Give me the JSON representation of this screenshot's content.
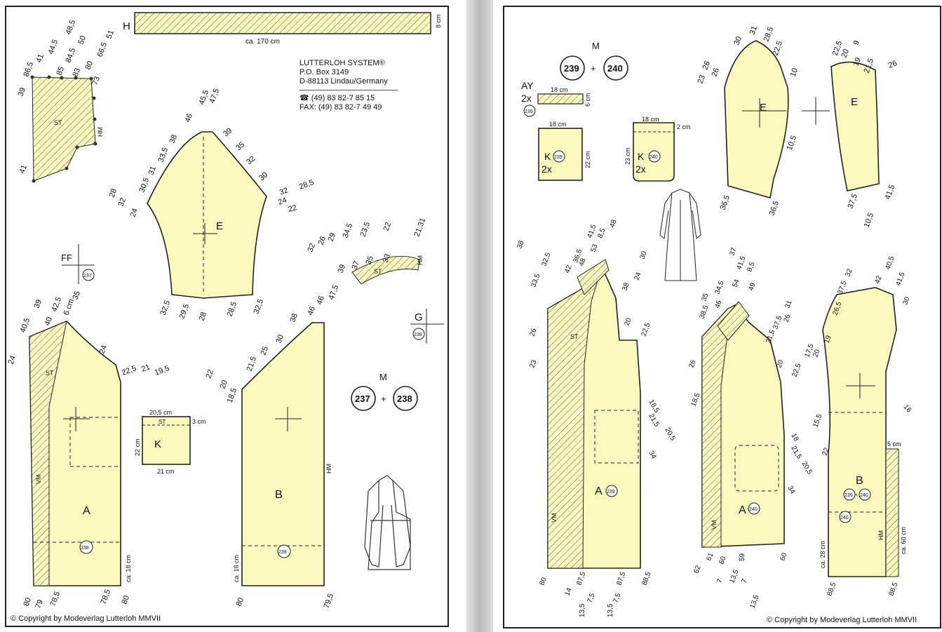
{
  "left_page": {
    "company": {
      "name": "LUTTERLOH SYSTEM®",
      "po_box": "P.O. Box 3149",
      "city": "D-88113 Lindau/Germany",
      "phone": "☎ (49) 83 82-7 85 15",
      "fax": "FAX: (49) 83 82-7 49 49"
    },
    "strip_h": {
      "letter": "H",
      "length": "ca. 170 cm",
      "width": "8 cm"
    },
    "size_label": "M",
    "size_a": "237",
    "size_b": "238",
    "piece_labels": {
      "front": "A",
      "back": "B",
      "sleeve": "E",
      "pocket": "K",
      "strip": "G",
      "facing": "FF",
      "st": "ST",
      "hm": "HM",
      "vm": "VM"
    },
    "pocket": {
      "top": "20,5 cm",
      "right": "3 cm",
      "side": "22 cm",
      "bottom": "21 cm"
    },
    "side_notes": {
      "front_ca": "ca. 18 cm",
      "back_ca": "ca. 18 cm"
    },
    "copyright": "© Copyright by Modeverlag Lutterloh MMVII",
    "measures": {
      "top_row": [
        "41",
        "44,5",
        "48,5",
        "85",
        "84,5",
        "83",
        "50",
        "80",
        "66,5",
        "51",
        "73",
        "86,5",
        "39"
      ],
      "small_piece": [
        "41",
        "HM",
        "ST"
      ],
      "sleeve": [
        "46",
        "45,5",
        "47,5",
        "39",
        "35",
        "32",
        "30",
        "32",
        "28,5",
        "24",
        "22",
        "38",
        "33,5",
        "31",
        "30,5",
        "32",
        "28",
        "24",
        "32,5",
        "29,5",
        "28",
        "28,5",
        "32,5"
      ],
      "collar": [
        "32",
        "26",
        "29",
        "34,5",
        "23,5",
        "22",
        "21,31",
        "39",
        "37",
        "35",
        "33",
        "HM",
        "ST"
      ],
      "front": [
        "40,5",
        "39",
        "40",
        "42,5",
        "6 cm",
        "35",
        "24",
        "22,5",
        "21",
        "19,5",
        "24",
        "80",
        "79",
        "78,5",
        "78,5",
        "80"
      ],
      "back": [
        "38",
        "30",
        "25",
        "21,5",
        "22",
        "20",
        "18,5",
        "46",
        "46",
        "47,5",
        "80",
        "79,5"
      ]
    }
  },
  "right_page": {
    "size_label": "M",
    "size_a": "239",
    "size_b": "240",
    "ay": {
      "label": "AY",
      "count": "2x",
      "top": "18 cm",
      "side": "6 cm",
      "ref": "239"
    },
    "pocket_a": {
      "letter": "K",
      "count": "2x",
      "ref": "239",
      "top": "18 cm",
      "side": "22 cm"
    },
    "pocket_b": {
      "letter": "K",
      "count": "2x",
      "ref": "240",
      "top": "18 cm",
      "right": "2 cm",
      "side": "23 cm"
    },
    "copyright": "© Copyright by Modeverlag Lutterloh MMVII",
    "back_notes": {
      "left": "ca. 28 cm",
      "right": "ca. 60 cm",
      "top": "5 cm"
    },
    "measures": {
      "sleeve_e": [
        "30",
        "31",
        "28,5",
        "22,5",
        "10",
        "26",
        "23",
        "26",
        "10,5",
        "36,5",
        "36,5"
      ],
      "undersleeve": [
        "22,5",
        "20",
        "9",
        "19",
        "21,5",
        "26",
        "37,5",
        "41,5",
        "10,5"
      ],
      "front_239": [
        "38",
        "32,5",
        "33,5",
        "41,5",
        "36,5",
        "53",
        "8,5",
        "48",
        "42",
        "48",
        "30",
        "24",
        "38",
        "20",
        "22,5",
        "18,5",
        "21,5",
        "20,5",
        "34",
        "80",
        "87,5",
        "14",
        "87,5",
        "88,5",
        "13,5",
        "13,5",
        "7,5",
        "7,5",
        "26",
        "23"
      ],
      "front_240": [
        "37",
        "41,5",
        "54",
        "49",
        "8,5",
        "34,5",
        "46",
        "38,5",
        "35",
        "26",
        "31",
        "37,5",
        "21,5",
        "20",
        "22,5",
        "18",
        "21,5",
        "20,5",
        "34",
        "62",
        "61",
        "60",
        "7",
        "13,5",
        "59",
        "7",
        "13,5",
        "60",
        "18,5",
        "26"
      ],
      "back_b": [
        "42",
        "40,5",
        "41,5",
        "30",
        "37,5",
        "32",
        "26,5",
        "19",
        "17,5",
        "20",
        "15,5",
        "22",
        "16",
        "88,5",
        "88,5"
      ]
    }
  }
}
